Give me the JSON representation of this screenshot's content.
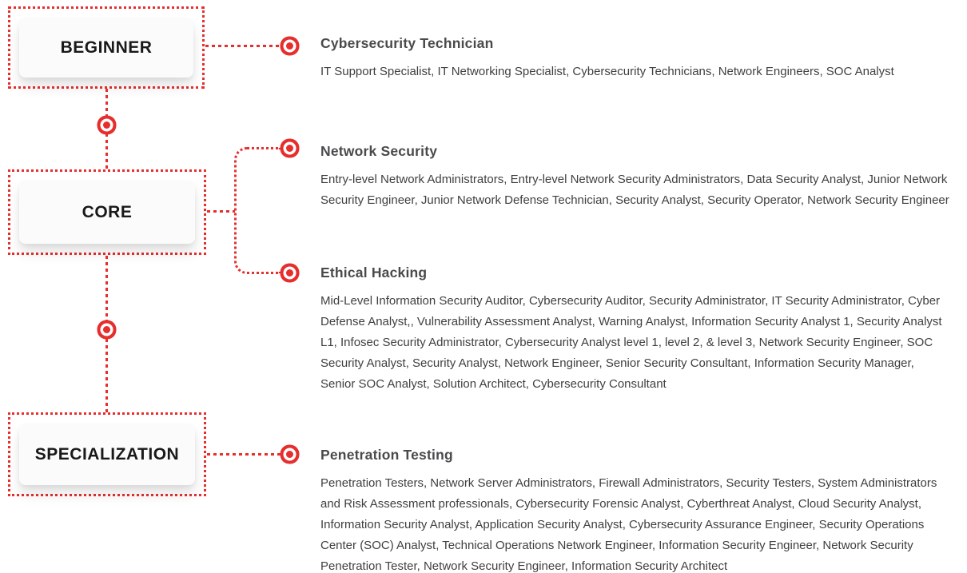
{
  "colors": {
    "red": "#E62E2D",
    "card_bg": "#FBFBFB",
    "heading_text": "#4A4A4C",
    "body_text": "#3F3F41",
    "label_text": "#191919"
  },
  "levels": [
    {
      "label": "BEGINNER"
    },
    {
      "label": "CORE"
    },
    {
      "label": "SPECIALIZATION"
    }
  ],
  "tracks": [
    {
      "title": "Cybersecurity Technician",
      "roles": "IT Support Specialist, IT Networking Specialist, Cybersecurity Technicians, Network Engineers, SOC Analyst"
    },
    {
      "title": "Network Security",
      "roles": "Entry-level Network Administrators, Entry-level Network Security Administrators, Data Security Analyst, Junior Network Security Engineer, Junior Network Defense Technician, Security Analyst, Security Operator, Network Security Engineer"
    },
    {
      "title": "Ethical Hacking",
      "roles": "Mid-Level Information Security Auditor, Cybersecurity Auditor, Security Administrator, IT Security Administrator, Cyber Defense Analyst,, Vulnerability Assessment Analyst, Warning Analyst, Information Security Analyst 1, Security Analyst L1, Infosec Security Administrator, Cybersecurity Analyst level 1, level 2, & level 3, Network Security Engineer, SOC Security Analyst, Security Analyst, Network Engineer, Senior Security Consultant, Information Security Manager, Senior SOC Analyst, Solution Architect, Cybersecurity Consultant"
    },
    {
      "title": "Penetration Testing",
      "roles": "Penetration Testers, Network Server Administrators, Firewall Administrators, Security Testers, System Administrators and Risk Assessment professionals, Cybersecurity Forensic Analyst, Cyberthreat Analyst, Cloud Security Analyst, Information Security Analyst, Application Security Analyst, Cybersecurity Assurance Engineer, Security Operations Center (SOC) Analyst, Technical Operations Network Engineer, Information Security Engineer, Network Security Penetration Tester, Network Security Engineer, Information Security Architect"
    }
  ]
}
